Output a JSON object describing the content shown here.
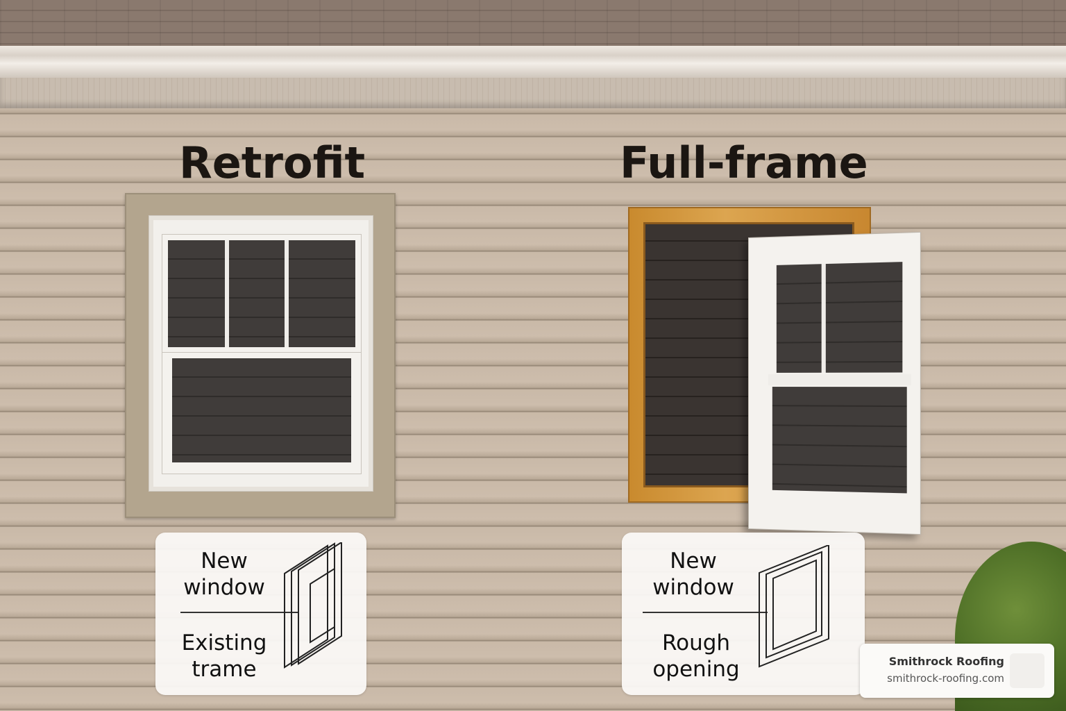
{
  "titles": {
    "left": "Retrofit",
    "right": "Full-frame"
  },
  "callouts": {
    "left": {
      "top_label": "New window",
      "bottom_label": "Existing trame"
    },
    "right": {
      "top_label": "New window",
      "bottom_label": "Rough opening"
    }
  },
  "watermark": {
    "name": "Smithrock Roofing",
    "url": "smithrock-roofing.com"
  },
  "colors": {
    "siding": "#c9b9a8",
    "trim": "#b3a58e",
    "wood_frame": "#d49a42",
    "window_white": "#f4f2ee",
    "shrub": "#4d6e26"
  }
}
